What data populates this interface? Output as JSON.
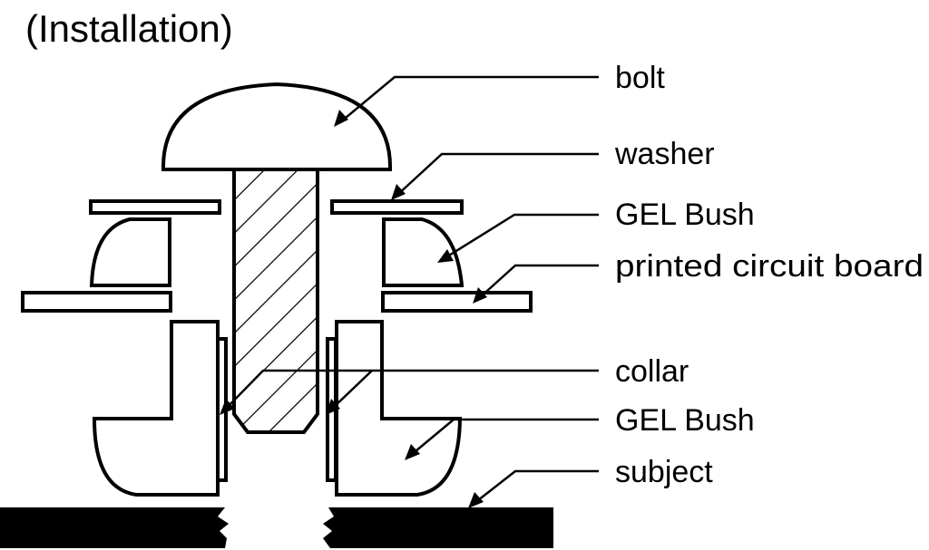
{
  "title": "(Installation)",
  "labels": {
    "bolt": "bolt",
    "washer": "washer",
    "gel_bush_top": "GEL Bush",
    "pcb": "printed circuit board",
    "collar": "collar",
    "gel_bush_bottom": "GEL Bush",
    "subject": "subject"
  },
  "colors": {
    "ink": "#000000",
    "paper": "#ffffff"
  }
}
